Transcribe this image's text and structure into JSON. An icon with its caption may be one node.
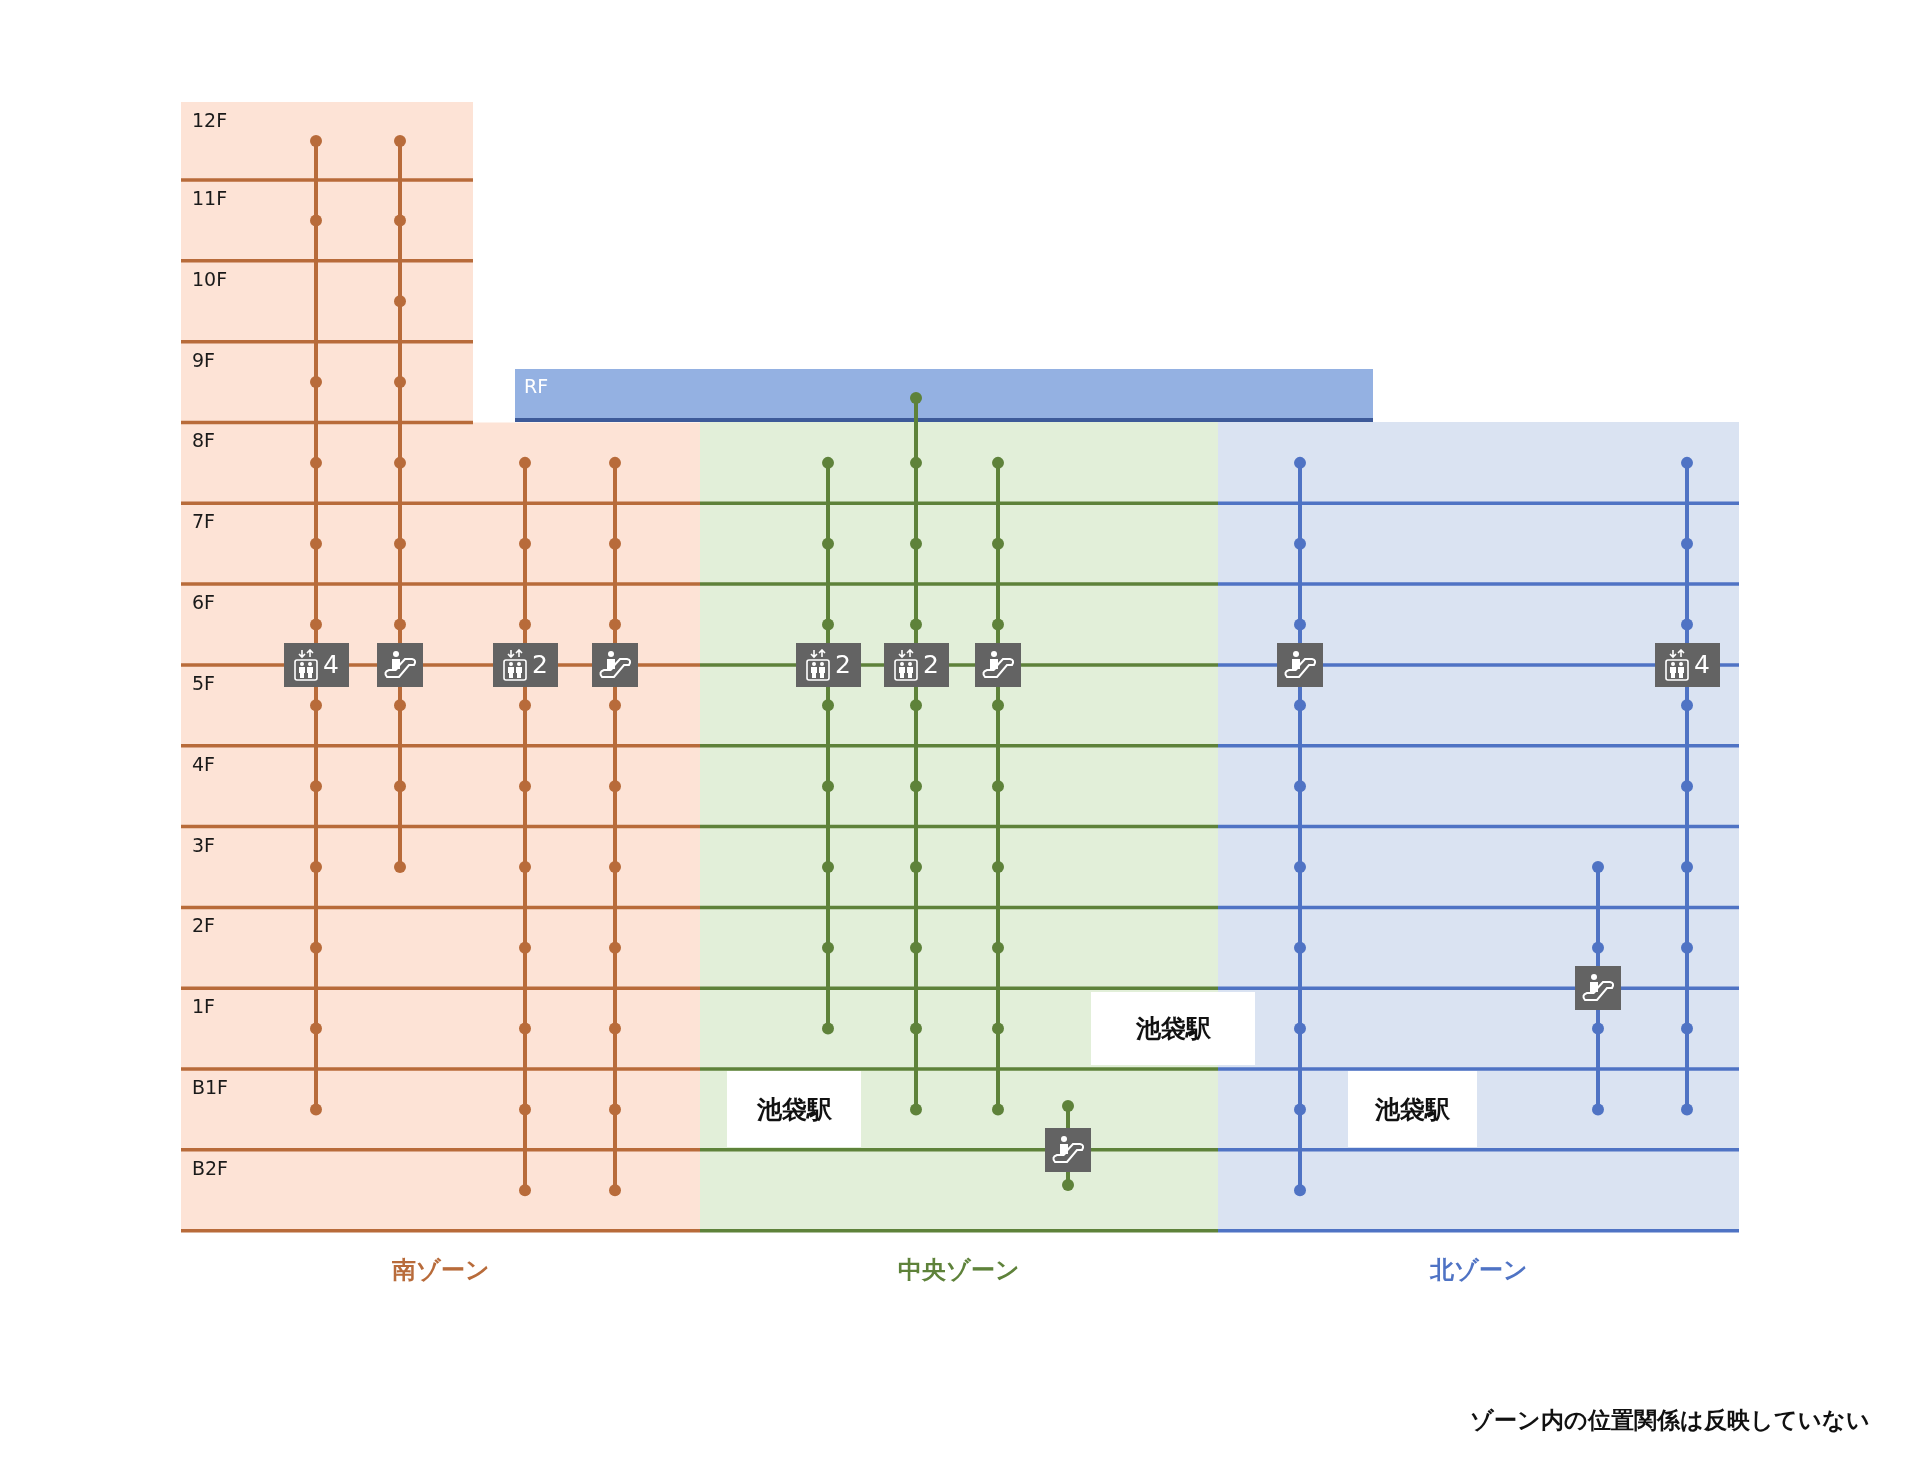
{
  "diagram": {
    "nodes": [
      {
        "text": [
          "RF"
        ]
      },
      {
        "text": [
          "南ゾーン"
        ]
      },
      {
        "text": [
          "中央ゾーン"
        ]
      },
      {
        "text": [
          "北ゾーン"
        ]
      },
      {
        "text": [
          "4"
        ],
        "in": 1
      },
      {
        "text": [],
        "shape": "picture",
        "in": 1
      },
      {
        "text": [
          "2"
        ],
        "in": 1
      },
      {
        "text": [],
        "shape": "picture",
        "in": 1
      },
      {
        "text": [
          "2"
        ],
        "in": 2
      },
      {
        "text": [
          "2"
        ],
        "in": 2
      },
      {
        "text": [],
        "shape": "picture",
        "in": 2
      },
      {
        "text": [],
        "shape": "picture",
        "in": 3
      },
      {
        "text": [
          "4"
        ],
        "in": 3
      },
      {
        "text": [],
        "shape": "picture",
        "in": 3
      },
      {
        "text": [
          "池袋駅"
        ]
      },
      {
        "text": [
          "池袋駅"
        ],
        "in": 2
      },
      {
        "text": [
          "池袋駅"
        ],
        "in": 3
      },
      {
        "text": [],
        "shape": "picture",
        "in": 2
      }
    ],
    "labels": [
      "12F",
      "11F",
      "10F",
      "9F",
      "8F",
      "7F",
      "6F",
      "5F",
      "4F",
      "3F",
      "2F",
      "1F",
      "B1F",
      "B2F",
      "ゾーン内の位置関係は反映していない"
    ]
  }
}
